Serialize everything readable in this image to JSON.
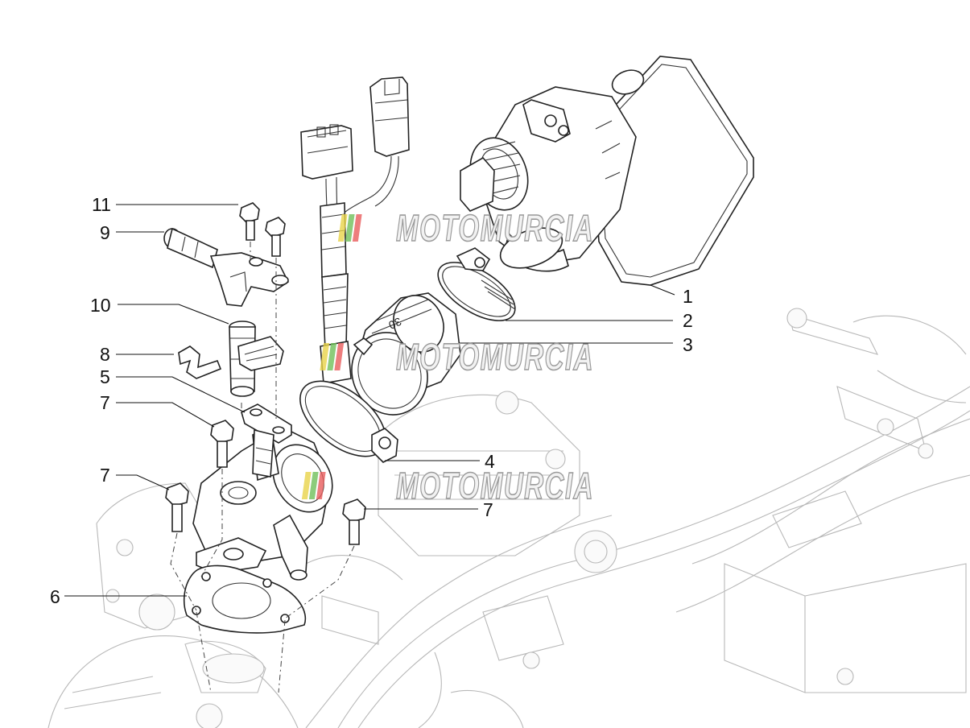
{
  "diagram": {
    "callouts": [
      {
        "id": "callout-1",
        "number": "1"
      },
      {
        "id": "callout-2",
        "number": "2"
      },
      {
        "id": "callout-3",
        "number": "3"
      },
      {
        "id": "callout-4",
        "number": "4"
      },
      {
        "id": "callout-5",
        "number": "5"
      },
      {
        "id": "callout-6",
        "number": "6"
      },
      {
        "id": "callout-7a",
        "number": "7"
      },
      {
        "id": "callout-7b",
        "number": "7"
      },
      {
        "id": "callout-7c",
        "number": "7"
      },
      {
        "id": "callout-8",
        "number": "8"
      },
      {
        "id": "callout-9",
        "number": "9"
      },
      {
        "id": "callout-10",
        "number": "10"
      },
      {
        "id": "callout-11",
        "number": "11"
      }
    ],
    "part_markings": {
      "coupling_size": "30"
    }
  },
  "watermark": {
    "text": "MOTOMURCIA",
    "stripe_colors": [
      "#e8d34a",
      "#6fbf5a",
      "#e85c5c"
    ]
  }
}
